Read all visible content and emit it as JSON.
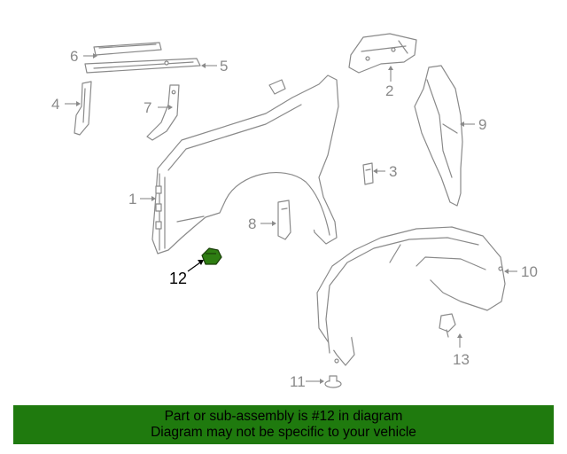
{
  "callouts": {
    "c1": "1",
    "c2": "2",
    "c3": "3",
    "c4": "4",
    "c5": "5",
    "c6": "6",
    "c7": "7",
    "c8": "8",
    "c9": "9",
    "c10": "10",
    "c11": "11",
    "c12": "12",
    "c13": "13"
  },
  "highlight_color": "#2e7d12",
  "banner": {
    "line1": "Part or sub-assembly is #12 in diagram",
    "line2": "Diagram may not be specific to your vehicle",
    "background": "#1f7a0e"
  }
}
